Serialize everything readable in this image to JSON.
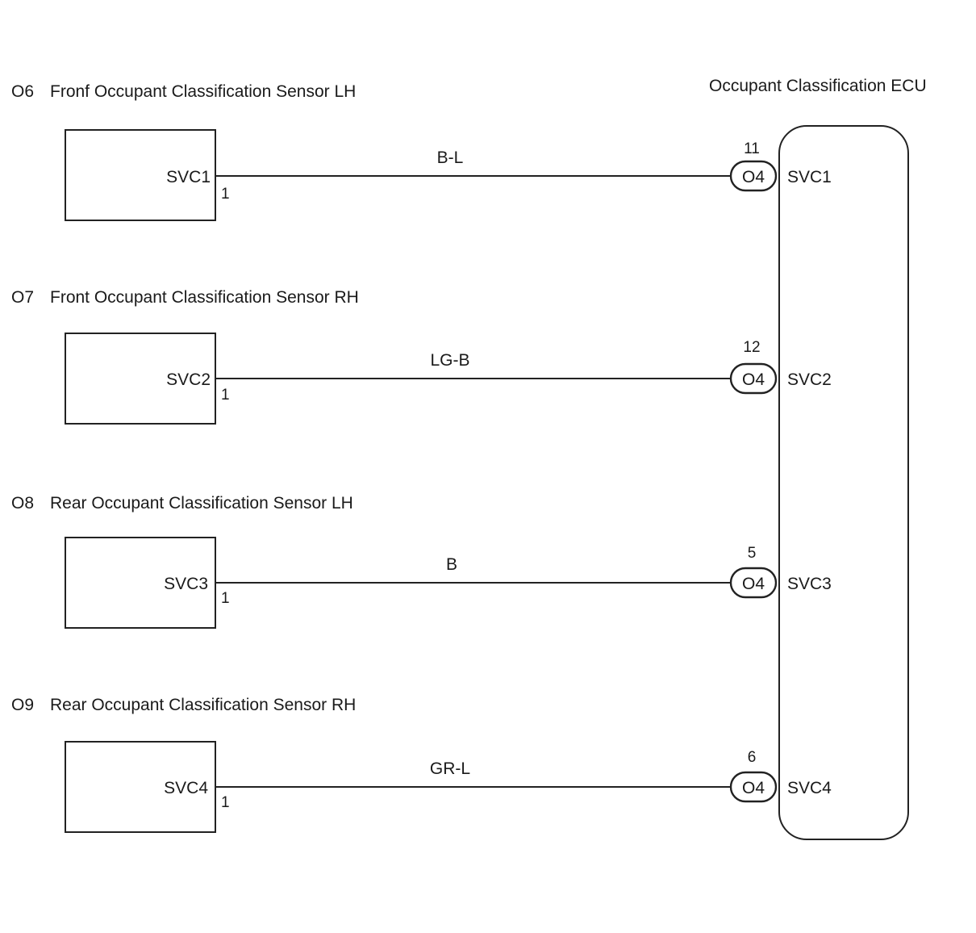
{
  "ecu": {
    "title": "Occupant Classification ECU"
  },
  "sensors": [
    {
      "id": "O6",
      "name": "Fronf Occupant Classification Sensor LH",
      "terminal": "SVC1",
      "pin": "1",
      "wire": "B-L",
      "ecu_pin": "11",
      "connector": "O4",
      "ecu_terminal": "SVC1"
    },
    {
      "id": "O7",
      "name": "Front Occupant Classification Sensor RH",
      "terminal": "SVC2",
      "pin": "1",
      "wire": "LG-B",
      "ecu_pin": "12",
      "connector": "O4",
      "ecu_terminal": "SVC2"
    },
    {
      "id": "O8",
      "name": "Rear Occupant Classification Sensor LH",
      "terminal": "SVC3",
      "pin": "1",
      "wire": "B",
      "ecu_pin": "5",
      "connector": "O4",
      "ecu_terminal": "SVC3"
    },
    {
      "id": "O9",
      "name": "Rear Occupant Classification Sensor RH",
      "terminal": "SVC4",
      "pin": "1",
      "wire": "GR-L",
      "ecu_pin": "6",
      "connector": "O4",
      "ecu_terminal": "SVC4"
    }
  ]
}
